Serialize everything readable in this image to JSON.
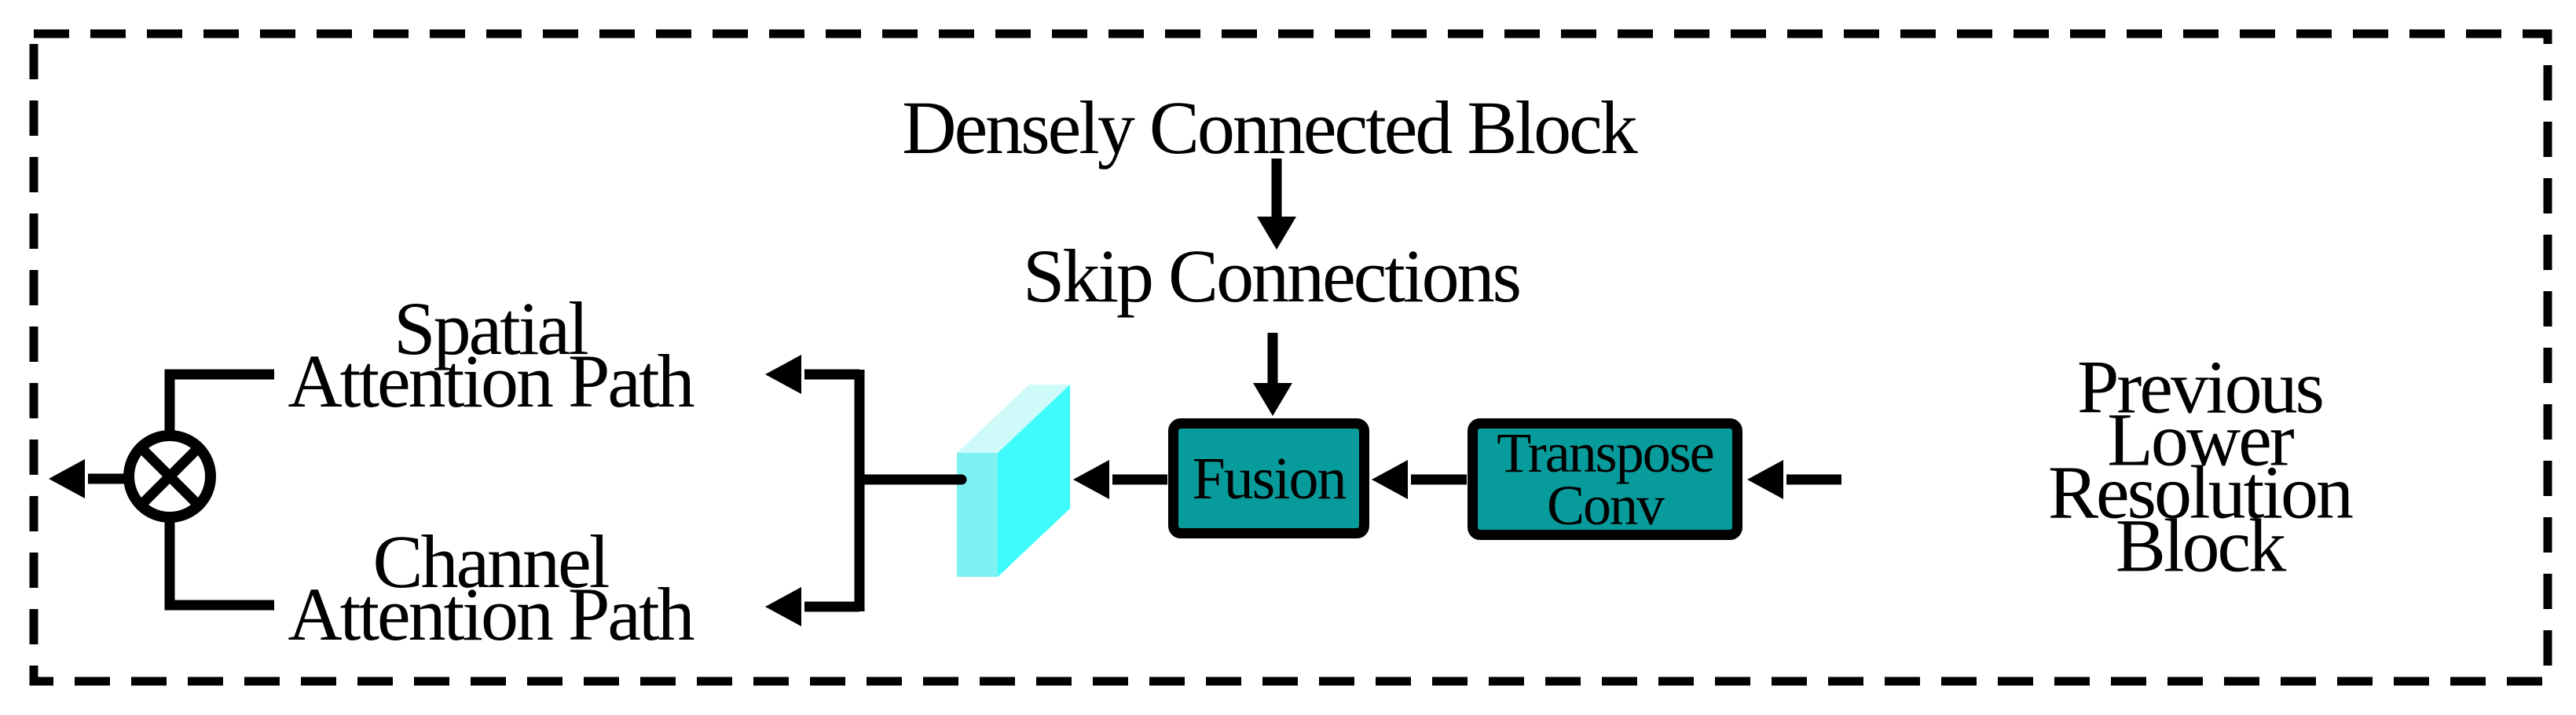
{
  "figure": {
    "type": "neural-network-block-diagram",
    "top_label": "Densely Connected Block",
    "skip_label": "Skip Connections",
    "spatial_label": "Spatial\nAttention Path",
    "channel_label": "Channel\nAttention Path",
    "previous_label": "Previous Lower\nResolution Block",
    "fusion_label": "Fusion",
    "transpose_label": "Transpose\nConv",
    "multiply_symbol": "⊗"
  },
  "colors": {
    "node_fill": "#089b9b",
    "line": "#000000",
    "feature_map_front": "#7ef2f2",
    "feature_map_top": "#cffafa",
    "feature_map_side": "#3ffcfc",
    "background": "#ffffff"
  }
}
